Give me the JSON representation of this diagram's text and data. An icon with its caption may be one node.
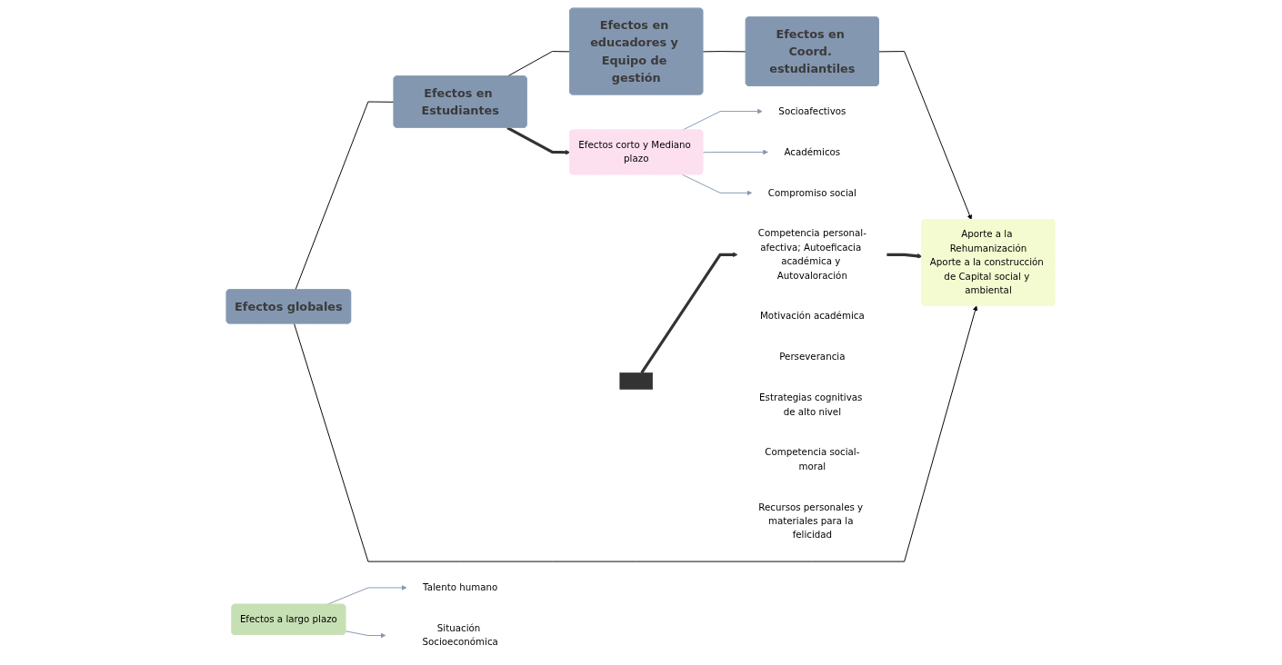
{
  "diagram": {
    "nodes": [
      {
        "text": [
          "Efectos globales"
        ]
      },
      {
        "text": [
          "Efectos en Estudiantes"
        ]
      },
      {
        "text": [
          "Efectos en educadores y Equipo de gestión"
        ]
      },
      {
        "text": [
          "Efectos en Coord. estudiantiles"
        ]
      },
      {
        "text": [
          "Socioafectivos"
        ]
      },
      {
        "text": [
          "Académicos"
        ]
      },
      {
        "text": [
          "Compromiso social"
        ]
      },
      {
        "text": [
          "Efectos corto y Mediano plazo"
        ]
      },
      {
        "text": [
          "Efectos a largo plazo"
        ]
      },
      {
        "text": [
          "Talento humano"
        ]
      },
      {
        "text": [
          "Situación Socioeconómica"
        ]
      },
      {
        "text": [],
        "shape": "bar"
      },
      {
        "text": [
          "Motivación académica"
        ]
      },
      {
        "text": [
          "Perseverancia"
        ]
      },
      {
        "text": [
          "Estrategias cognitivas de alto nivel"
        ]
      },
      {
        "text": [
          "Competencia personal-afectiva; Autoeficacia académica y Autovaloración"
        ]
      },
      {
        "text": [
          "Competencia social-moral"
        ]
      },
      {
        "text": [
          "Recursos personales y materiales para la felicidad"
        ]
      },
      {
        "text": [
          "Aporte a la Rehumanización",
          "Aporte a la construcción de Capital social y ambiental"
        ]
      }
    ],
    "edges": [
      {
        "from": 0,
        "to": 1,
        "arrow": "none"
      },
      {
        "from": 1,
        "to": 2,
        "arrow": "none"
      },
      {
        "from": 2,
        "to": 3,
        "arrow": "none"
      },
      {
        "from": 0,
        "to": 18,
        "arrow": "to"
      },
      {
        "from": 3,
        "to": 18,
        "arrow": "to"
      },
      {
        "from": 1,
        "to": 7,
        "arrow": "to",
        "style": "thick",
        "color": "#333333"
      },
      {
        "from": 7,
        "to": 4,
        "arrow": "to",
        "color": "#8497b0"
      },
      {
        "from": 7,
        "to": 5,
        "arrow": "to",
        "color": "#8497b0"
      },
      {
        "from": 7,
        "to": 6,
        "arrow": "to",
        "color": "#8497b0"
      },
      {
        "from": 8,
        "to": 9,
        "arrow": "to",
        "color": "#8497b0"
      },
      {
        "from": 8,
        "to": 10,
        "arrow": "to",
        "color": "#8497b0"
      },
      {
        "from": 11,
        "to": 15,
        "arrow": "to",
        "style": "thick",
        "color": "#333333"
      },
      {
        "from": 15,
        "to": 18,
        "arrow": "to",
        "style": "thick",
        "color": "#333333"
      }
    ]
  }
}
